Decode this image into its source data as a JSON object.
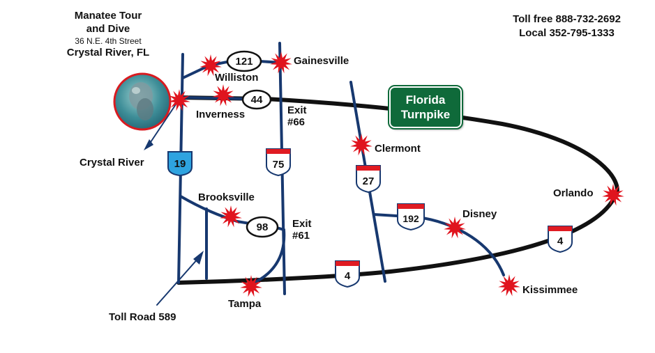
{
  "business": {
    "name_line1": "Manatee Tour",
    "name_line2": "and Dive",
    "street": "36 N.E. 4th Street",
    "city": "Crystal River, FL"
  },
  "contact": {
    "toll_free": "Toll free 888-732-2692",
    "local": "Local 352-795-1333"
  },
  "turnpike": {
    "line1": "Florida",
    "line2": "Turnpike"
  },
  "cities": {
    "gainesville": "Gainesville",
    "williston": "Williston",
    "inverness": "Inverness",
    "crystal_river": "Crystal River",
    "clermont": "Clermont",
    "orlando": "Orlando",
    "brooksville": "Brooksville",
    "disney": "Disney",
    "kissimmee": "Kissimmee",
    "tampa": "Tampa"
  },
  "exits": {
    "exit66_line1": "Exit",
    "exit66_line2": "#66",
    "exit61_line1": "Exit",
    "exit61_line2": "#61"
  },
  "toll_road": "Toll Road 589",
  "shields": {
    "us19": "19",
    "i75": "75",
    "us27": "27",
    "us192": "192",
    "i4_west": "4",
    "i4_east": "4",
    "sr121": "121",
    "sr44": "44",
    "sr98": "98"
  },
  "colors": {
    "road_blue": "#17386f",
    "turnpike_black": "#111111",
    "turnpike_green": "#0f6a3a",
    "star_red": "#e0141e",
    "shield_blue": "#2ea3e0",
    "interstate_red": "#e01b22",
    "photo_border": "#d81b20"
  }
}
